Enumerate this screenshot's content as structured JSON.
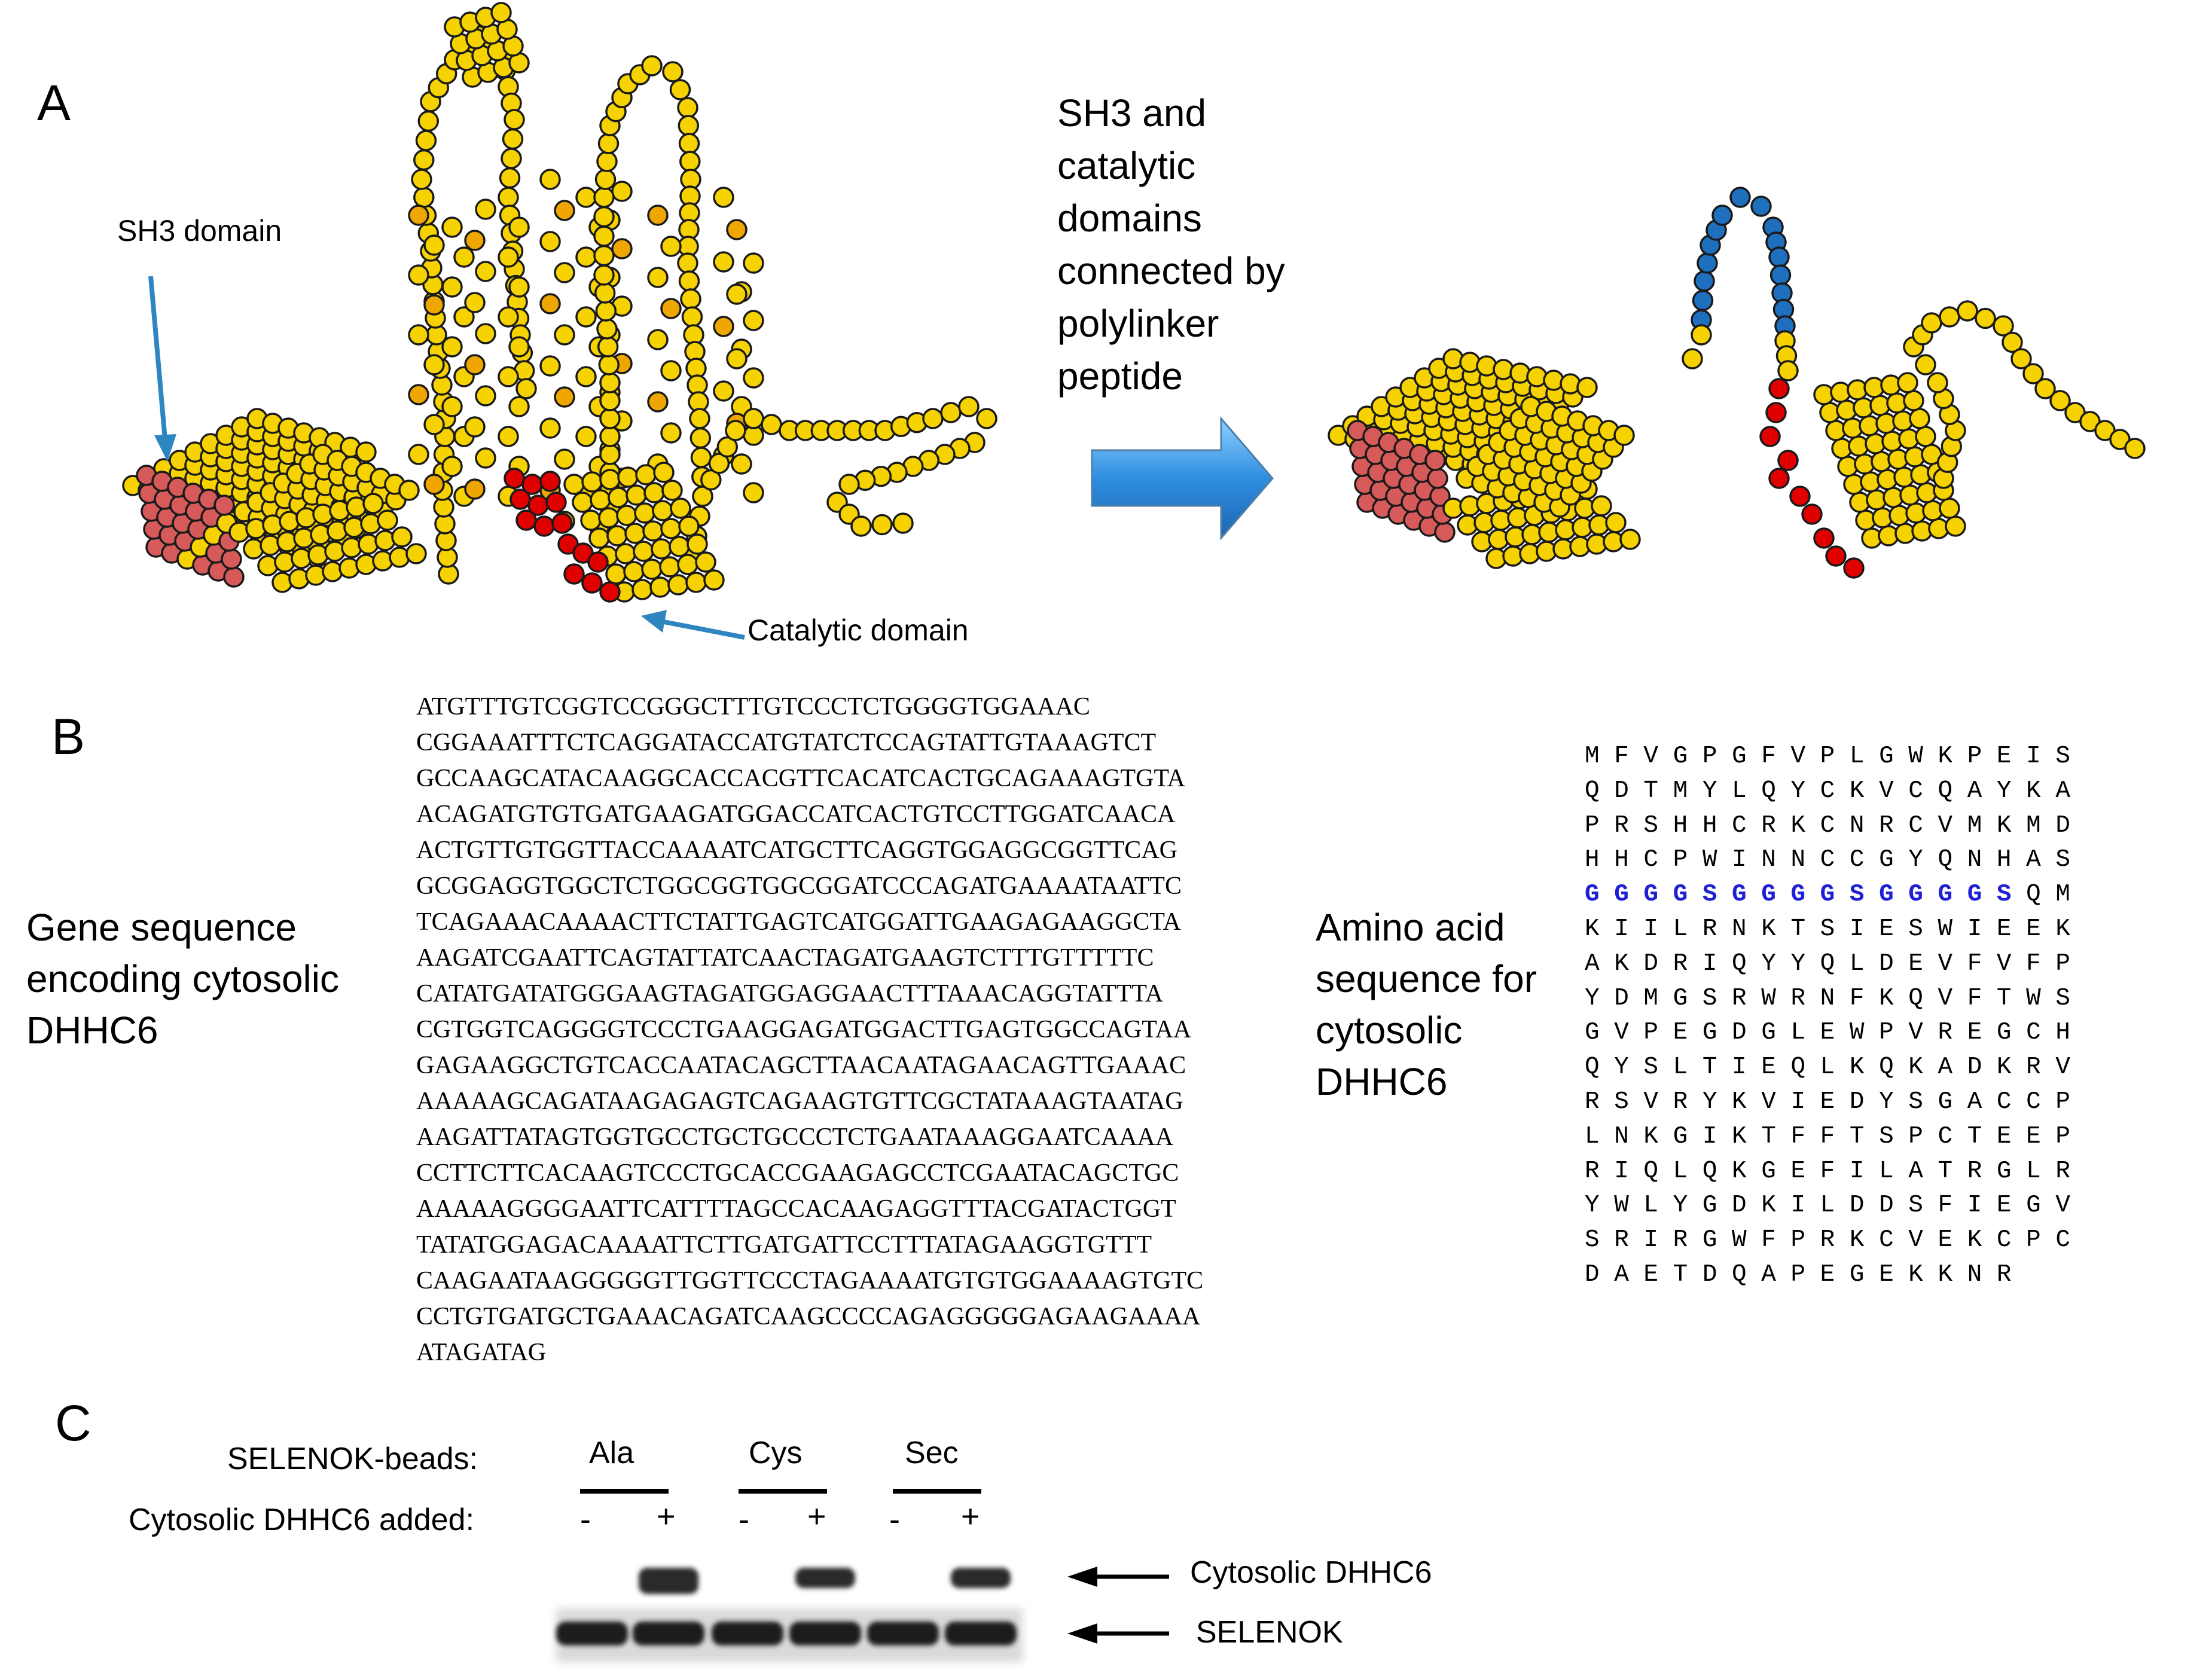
{
  "panel_a": {
    "letter": "A",
    "sh3_label": "SH3 domain",
    "catalytic_label": "Catalytic domain",
    "arrow_text": "SH3 and\ncatalytic\ndomains\nconnected by\npolylinker\npeptide",
    "colors": {
      "yellow": "#f5d200",
      "orange": "#f0a600",
      "red": "#e00000",
      "pink": "#d65a5a",
      "blue": "#1f6fbf",
      "arrow_blue": "#2f8ee0",
      "pointer": "#2e86c1"
    }
  },
  "panel_b": {
    "letter": "B",
    "gene_label": "Gene sequence\nencoding cytosolic\nDHHC6",
    "aa_label": "Amino acid\nsequence for\ncytosolic\nDHHC6",
    "gene_lines": [
      "ATGTTTGTCGGTCCGGGCTTTGTCCCTCTGGGGTGGAAAC",
      "CGGAAATTTCTCAGGATACCATGTATCTCCAGTATTGTAAAGTCT",
      "GCCAAGCATACAAGGCACCACGTTCACATCACTGCAGAAAGTGTA",
      "ACAGATGTGTGATGAAGATGGACCATCACTGTCCTTGGATCAACA",
      "ACTGTTGTGGTTACCAAAATCATGCTTCAGGTGGAGGCGGTTCAG",
      "GCGGAGGTGGCTCTGGCGGTGGCGGATCCCAGATGAAAATAATTC",
      "TCAGAAACAAAACTTCTATTGAGTCATGGATTGAAGAGAAGGCTA",
      "AAGATCGAATTCAGTATTATCAACTAGATGAAGTCTTTGTTTTTC",
      "CATATGATATGGGAAGTAGATGGAGGAACTTTAAACAGGTATTTA",
      "CGTGGTCAGGGGTCCCTGAAGGAGATGGACTTGAGTGGCCAGTAA",
      "GAGAAGGCTGTCACCAATACAGCTTAACAATAGAACAGTTGAAAC",
      "AAAAAGCAGATAAGAGAGTCAGAAGTGTTCGCTATAAAGTAATAG",
      "AAGATTATAGTGGTGCCTGCTGCCCTCTGAATAAAGGAATCAAAA",
      "CCTTCTTCACAAGTCCCTGCACCGAAGAGCCTCGAATACAGCTGC",
      "AAAAAGGGGAATTCATTTTAGCCACAAGAGGTTTACGATACTGGT",
      "TATATGGAGACAAAATTCTTGATGATTCCTTTATAGAAGGTGTTT",
      "CAAGAATAAGGGGGTTGGTTCCCTAGAAAATGTGTGGAAAAGTGTC",
      "CCTGTGATGCTGAAACAGATCAAGCCCCAGAGGGGGAGAAGAAAA",
      "ATAGATAG"
    ],
    "aa_rows": [
      {
        "pre": "M F V G P G F V P L G W K P E I S",
        "linker": "",
        "post": ""
      },
      {
        "pre": "Q D T M Y L Q Y C K V C Q A Y K A",
        "linker": "",
        "post": ""
      },
      {
        "pre": "P R S H H C R K C N R C V M K M D",
        "linker": "",
        "post": ""
      },
      {
        "pre": "H H C P W I N N C C G Y Q N H A S",
        "linker": "",
        "post": ""
      },
      {
        "pre": "",
        "linker": "G G G G S G G G G S G G G G S",
        "post": " Q M"
      },
      {
        "pre": "K I I L R N K T S I E S W I E E K",
        "linker": "",
        "post": ""
      },
      {
        "pre": "A K D R I Q Y Y Q L D E V F V F P",
        "linker": "",
        "post": ""
      },
      {
        "pre": "Y D M G S R W R N F K Q V F T W S",
        "linker": "",
        "post": ""
      },
      {
        "pre": "G V P E G D G L E W P V R E G C H",
        "linker": "",
        "post": ""
      },
      {
        "pre": "Q Y S L T I E Q L K Q K A D K R V",
        "linker": "",
        "post": ""
      },
      {
        "pre": "R S V R Y K V I E D Y S G A C C P",
        "linker": "",
        "post": ""
      },
      {
        "pre": "L N K G I K T F F T S P C T E E P",
        "linker": "",
        "post": ""
      },
      {
        "pre": "R I Q L Q K G E F I L A T R G L R",
        "linker": "",
        "post": ""
      },
      {
        "pre": "Y W L Y G D K I L D D S F I E G V",
        "linker": "",
        "post": ""
      },
      {
        "pre": "S R I R G W F P R K C V E K C P C",
        "linker": "",
        "post": ""
      },
      {
        "pre": "D A E T D Q A P E G E K K N R",
        "linker": "",
        "post": ""
      }
    ]
  },
  "panel_c": {
    "letter": "C",
    "beads_label": "SELENOK-beads:",
    "added_label": "Cytosolic DHHC6 added:",
    "groups": [
      "Ala",
      "Cys",
      "Sec"
    ],
    "signs": [
      "-",
      "+",
      "-",
      "+",
      "-",
      "+"
    ],
    "band_labels": [
      "Cytosolic DHHC6",
      "SELENOK"
    ],
    "dhhc6_present": [
      0,
      1,
      0,
      1,
      0,
      1
    ]
  }
}
